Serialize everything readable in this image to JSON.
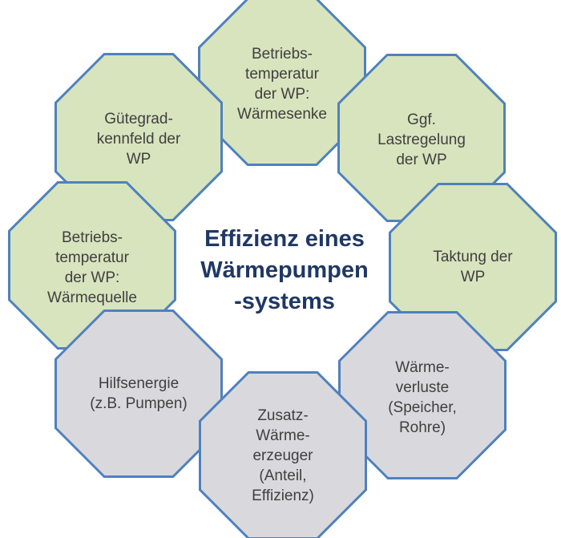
{
  "center": {
    "title": "Effizienz eines\nWärmepumpen\n-systems"
  },
  "colors": {
    "green_fill": "#d7e4bd",
    "grey_fill": "#d9d9dd",
    "outline": "#4f81bd",
    "title_text": "#1f3864",
    "node_text": "#404040"
  },
  "nodes": [
    {
      "id": "waermesenke",
      "label": "Betriebs-\ntemperatur\nder WP:\nWärmesenke",
      "fill": "green"
    },
    {
      "id": "lastregelung",
      "label": "Ggf.\nLastregelung\nder WP",
      "fill": "green"
    },
    {
      "id": "taktung",
      "label": "Taktung der\nWP",
      "fill": "green"
    },
    {
      "id": "waermeverluste",
      "label": "Wärme-\nverluste\n(Speicher,\nRohre)",
      "fill": "grey"
    },
    {
      "id": "zusatzwaermeerzeuger",
      "label": "Zusatz-\nWärme-\nerzeuger\n(Anteil,\nEffizienz)",
      "fill": "grey"
    },
    {
      "id": "hilfsenergie",
      "label": "Hilfsenergie\n(z.B. Pumpen)",
      "fill": "grey"
    },
    {
      "id": "waermequelle",
      "label": "Betriebs-\ntemperatur\nder WP:\nWärmequelle",
      "fill": "green"
    },
    {
      "id": "guetegradkennfeld",
      "label": "Gütegrad-\nkennfeld der\nWP",
      "fill": "green"
    }
  ]
}
